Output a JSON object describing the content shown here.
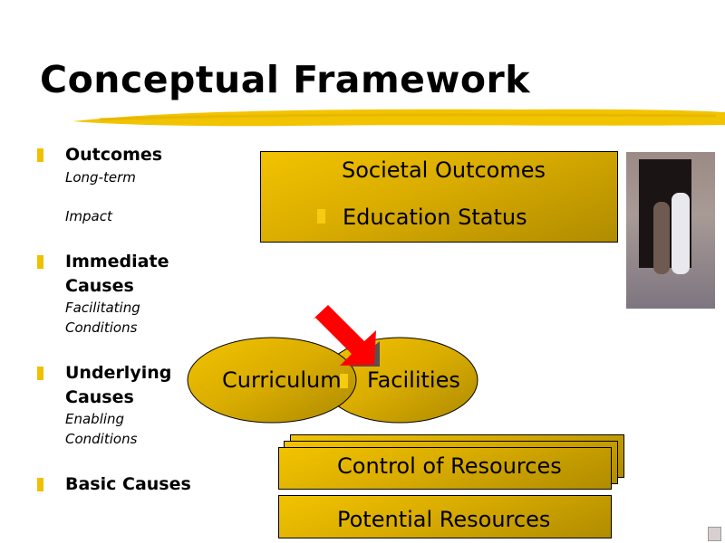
{
  "title": "Conceptual Framework",
  "left_list": [
    {
      "heading": "Outcomes",
      "sub": [
        "Long-term",
        "Impact"
      ]
    },
    {
      "heading": "Immediate Causes",
      "heading_lines": [
        "Immediate",
        "Causes"
      ],
      "sub": [
        "Facilitating",
        "Conditions"
      ]
    },
    {
      "heading": "Underlying Causes",
      "heading_lines": [
        "Underlying",
        "Causes"
      ],
      "sub": [
        "Enabling",
        "Conditions"
      ]
    },
    {
      "heading": "Basic Causes"
    }
  ],
  "diagram": {
    "top_box": {
      "title": "Societal Outcomes",
      "bullet": "Education Status"
    },
    "ellipses": [
      "Curriculum",
      "Facilities"
    ],
    "control_box": "Control of Resources",
    "potential_box": "Potential Resources"
  },
  "colors": {
    "gold": "#f0c000",
    "arrow": "#ff0000"
  }
}
